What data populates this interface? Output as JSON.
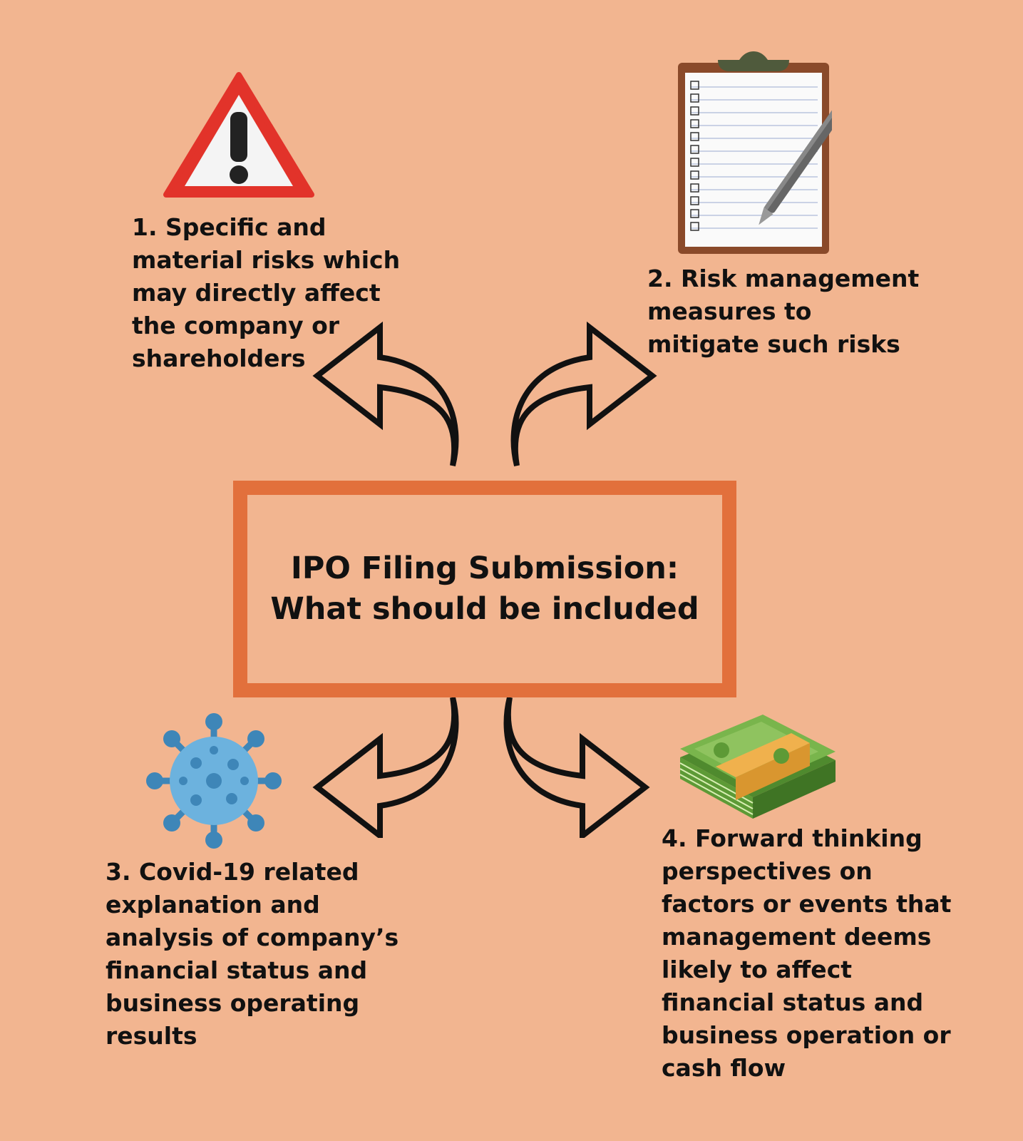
{
  "title": "IPO Filing Submission:\nWhat should be included",
  "items": [
    {
      "label": "1. Specific and\nmaterial risks which\nmay directly affect\nthe company or\nshareholders",
      "icon": "warning-icon"
    },
    {
      "label": "2. Risk management\nmeasures to\nmitigate such risks",
      "icon": "clipboard-checklist-icon"
    },
    {
      "label": "3. Covid-19 related\nexplanation and\nanalysis of company’s\nfinancial status and\nbusiness operating\nresults",
      "icon": "virus-icon"
    },
    {
      "label": "4. Forward thinking\nperspectives on\nfactors or events that\nmanagement deems\nlikely to affect\nfinancial status and\nbusiness operation or\ncash flow",
      "icon": "money-stack-icon"
    }
  ],
  "colors": {
    "background": "#f2b590",
    "box_border": "#e2703c",
    "text": "#111111",
    "warning_red": "#e2332a",
    "virus_blue": "#4a94c4",
    "money_green": "#6fa84a"
  }
}
